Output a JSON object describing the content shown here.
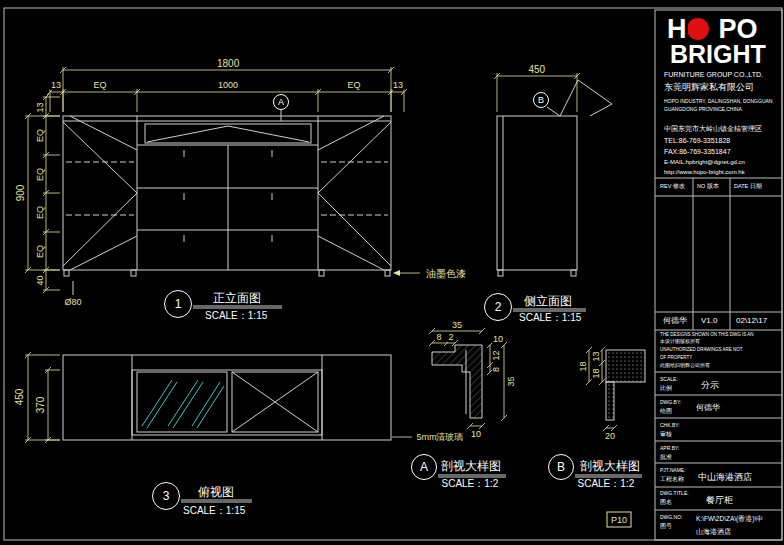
{
  "diagram": {
    "nodes": [
      {
        "text": [
          "A"
        ]
      },
      {
        "text": [
          "B"
        ]
      },
      {
        "text": [
          "1"
        ]
      },
      {
        "text": [
          "2"
        ]
      },
      {
        "text": [
          "3"
        ]
      },
      {
        "text": [
          "A"
        ]
      },
      {
        "text": [
          "B"
        ]
      }
    ],
    "labels": [
      "1800",
      "13",
      "EQ",
      "1000",
      "EQ",
      "13",
      "13",
      "EQ",
      "EQ",
      "EQ",
      "EQ",
      "900",
      "40",
      "Ø80",
      "油墨色漆",
      "正立面图",
      "SCALE：1:15",
      "450",
      "侧立面图",
      "SCALE：1:15",
      "450",
      "370",
      "5mm清玻璃",
      "俯视图",
      "SCALE：1:15",
      "35",
      "8",
      "2",
      "10",
      "12",
      "35",
      "8",
      "10",
      "剖视大样图",
      "SCALE：1:2",
      "13",
      "18",
      "18",
      "20",
      "剖视大样图",
      "SCALE：1:2",
      "H",
      "PO",
      "BRIGHT",
      "FURNITURE GROUP CO.,LTD.",
      "东莞明辉家私有限公司",
      "HOPO INDUSTRY, DALINGSHAN, DONGGUAN",
      "GUANGDONG PROVINCE,CHINA",
      "中国东莞市大岭山镇金桔管理区",
      "TEL:86-769-3351828",
      "FAX:86-769-3351847",
      "E-MAIL:hpbright@dgnet.gd.cn",
      "http://www.hopo-bright.com.hk",
      "REV 修改",
      "NO 版本",
      "DATE 日期",
      "何德华",
      "V1.0",
      "02\\12\\17",
      "THE DESIGNS SHOWN ON THIS DWG IS AN",
      "本设计图版权所有",
      "UNAUTHORIZED DRAWINGS ARE NOT",
      "OF PROPERTY",
      "此图纸归明辉公司所有",
      "SCALE:",
      "比例",
      "分示",
      "DWG.BY:",
      "绘图",
      "何德华",
      "CHK.BY:",
      "审核",
      "APR.BY:",
      "批准",
      "PJT.NAME:",
      "工程名称",
      "中山海港酒店",
      "DWG.TITLE:",
      "图名",
      "餐厅柜",
      "DWG.NO:",
      "图号",
      "K:\\FW\\2D\\ZA\\(香港)\\中",
      "山海港酒店",
      "P10"
    ]
  }
}
